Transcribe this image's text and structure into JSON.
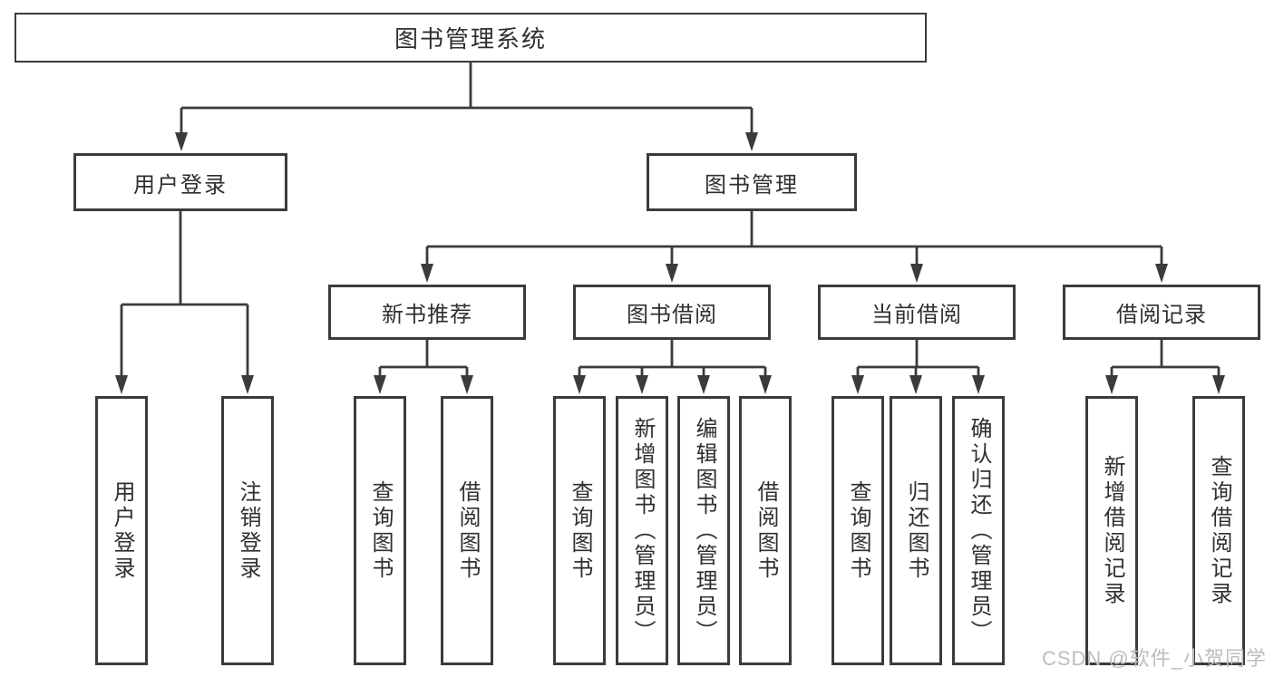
{
  "diagram": {
    "root": {
      "label": "图书管理系统"
    },
    "level2": [
      {
        "label": "用户登录"
      },
      {
        "label": "图书管理"
      }
    ],
    "level3": [
      {
        "label": "新书推荐"
      },
      {
        "label": "图书借阅"
      },
      {
        "label": "当前借阅"
      },
      {
        "label": "借阅记录"
      }
    ],
    "groups": [
      {
        "parent": "用户登录",
        "items": [
          "用户登录",
          "注销登录"
        ]
      },
      {
        "parent": "新书推荐",
        "items": [
          "查询图书",
          "借阅图书"
        ]
      },
      {
        "parent": "图书借阅",
        "items": [
          "查询图书",
          "新增图书（管理员）",
          "编辑图书（管理员）",
          "借阅图书"
        ]
      },
      {
        "parent": "当前借阅",
        "items": [
          "查询图书",
          "归还图书",
          "确认归还（管理员）"
        ]
      },
      {
        "parent": "借阅记录",
        "items": [
          "新增借阅记录",
          "查询借阅记录"
        ]
      }
    ]
  },
  "watermark": {
    "text": "CSDN @软件_小贺同学"
  },
  "colors": {
    "line": "#3b3b3b",
    "text": "#2f2f2f",
    "background": "#ffffff",
    "watermark": "#bdbdbd"
  }
}
